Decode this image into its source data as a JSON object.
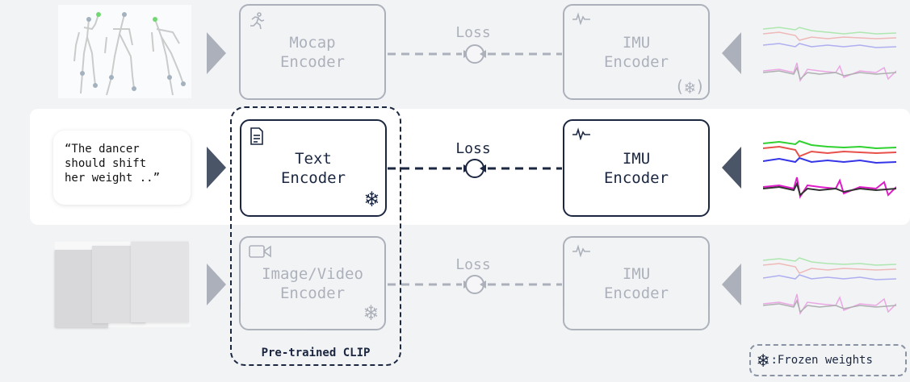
{
  "rows": [
    {
      "id": "mocap",
      "active": false,
      "left_encoder": "Mocap\nEncoder",
      "loss_label": "Loss",
      "imu_encoder": "IMU\nEncoder",
      "imu_frozen_marker": "(❄)"
    },
    {
      "id": "text",
      "active": true,
      "quote": "“The dancer\nshould shift\nher weight ..”",
      "left_encoder": "Text\nEncoder",
      "loss_label": "Loss",
      "imu_encoder": "IMU\nEncoder"
    },
    {
      "id": "video",
      "active": false,
      "left_encoder": "Image/Video\nEncoder",
      "loss_label": "Loss",
      "imu_encoder": "IMU\nEncoder"
    }
  ],
  "clip_group_label": "Pre-trained CLIP",
  "legend": {
    "text": ":Frozen weights",
    "icon": "snowflake-icon"
  },
  "icons": {
    "mocap": "running-person-icon",
    "text": "document-icon",
    "video": "video-camera-icon",
    "imu": "waveform-icon",
    "frozen": "snowflake-icon"
  },
  "colors": {
    "primary": "#1b2740",
    "signal_green": "#2fd12f",
    "signal_red": "#e8504a",
    "signal_blue": "#3434e8",
    "signal_magenta": "#e01cc8",
    "signal_black": "#333333"
  }
}
